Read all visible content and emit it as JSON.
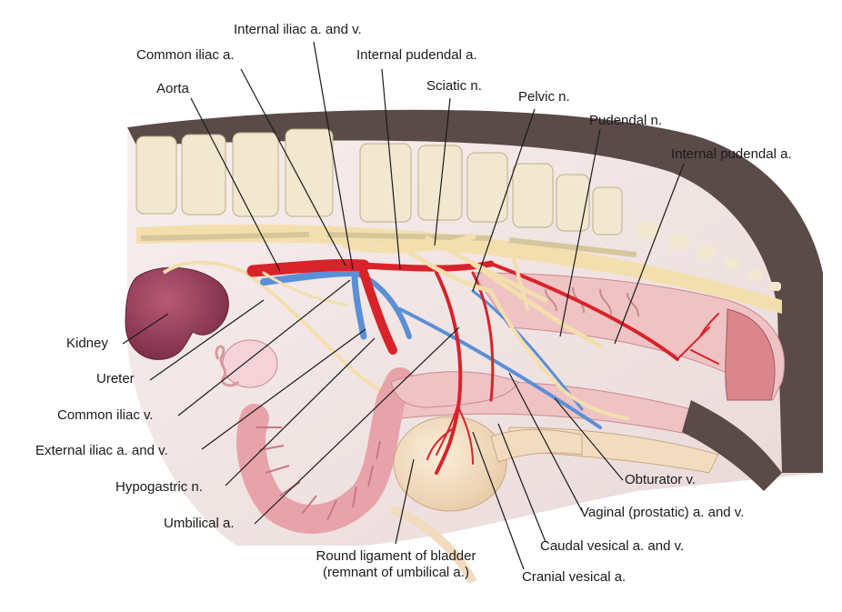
{
  "labels": {
    "internal_iliac_av": "Internal iliac a. and v.",
    "common_iliac_a": "Common iliac a.",
    "internal_pudendal_a_top": "Internal pudendal a.",
    "aorta": "Aorta",
    "sciatic_n": "Sciatic n.",
    "pelvic_n": "Pelvic n.",
    "pudendal_n": "Pudendal n.",
    "internal_pudendal_a_right": "Internal pudendal a.",
    "kidney": "Kidney",
    "ureter": "Ureter",
    "common_iliac_v": "Common iliac v.",
    "external_iliac_av": "External iliac a. and v.",
    "hypogastric_n": "Hypogastric n.",
    "umbilical_a": "Umbilical a.",
    "obturator_v": "Obturator v.",
    "vaginal_prostatic_av": "Vaginal (prostatic) a. and v.",
    "caudal_vesical_av": "Caudal vesical a. and v.",
    "round_ligament_line1": "Round ligament of bladder",
    "round_ligament_line2": "(remnant of umbilical a.)",
    "cranial_vesical_a": "Cranial vesical a."
  },
  "colors": {
    "artery": "#d8232a",
    "vein": "#5b8fd6",
    "nerve": "#f3dfae",
    "bone": "#f1e8cf",
    "back_dark": "#5a4b48",
    "tissue_pink": "#efc2c4",
    "kidney": "#8e3a55",
    "bladder": "#f2dcc0",
    "leader_line": "#1a1a1a"
  }
}
